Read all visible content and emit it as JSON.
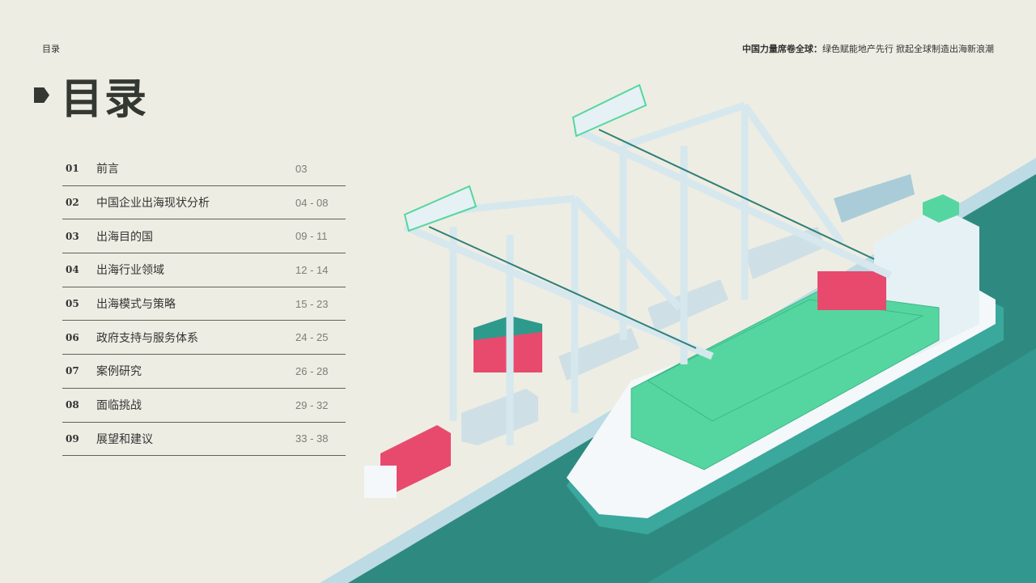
{
  "header": {
    "breadcrumb": "目录",
    "tagline_bold": "中国力量席卷全球：",
    "tagline_rest": "绿色赋能地产先行 掀起全球制造出海新浪潮"
  },
  "title": "目录",
  "toc": [
    {
      "num": "01",
      "label": "前言",
      "pages": "03"
    },
    {
      "num": "02",
      "label": "中国企业出海现状分析",
      "pages": "04 - 08"
    },
    {
      "num": "03",
      "label": "出海目的国",
      "pages": "09 - 11"
    },
    {
      "num": "04",
      "label": "出海行业领域",
      "pages": "12 - 14"
    },
    {
      "num": "05",
      "label": "出海模式与策略",
      "pages": "15 - 23"
    },
    {
      "num": "06",
      "label": "政府支持与服务体系",
      "pages": "24 - 25"
    },
    {
      "num": "07",
      "label": "案例研究",
      "pages": "26 - 28"
    },
    {
      "num": "08",
      "label": "面临挑战",
      "pages": "29 - 32"
    },
    {
      "num": "09",
      "label": "展望和建议",
      "pages": "33 - 38"
    }
  ],
  "colors": {
    "bg": "#eeede3",
    "sea": "#2e8a80",
    "container_green": "#55d6a0",
    "container_red": "#e84a6e",
    "crane": "#d6e8ee"
  }
}
